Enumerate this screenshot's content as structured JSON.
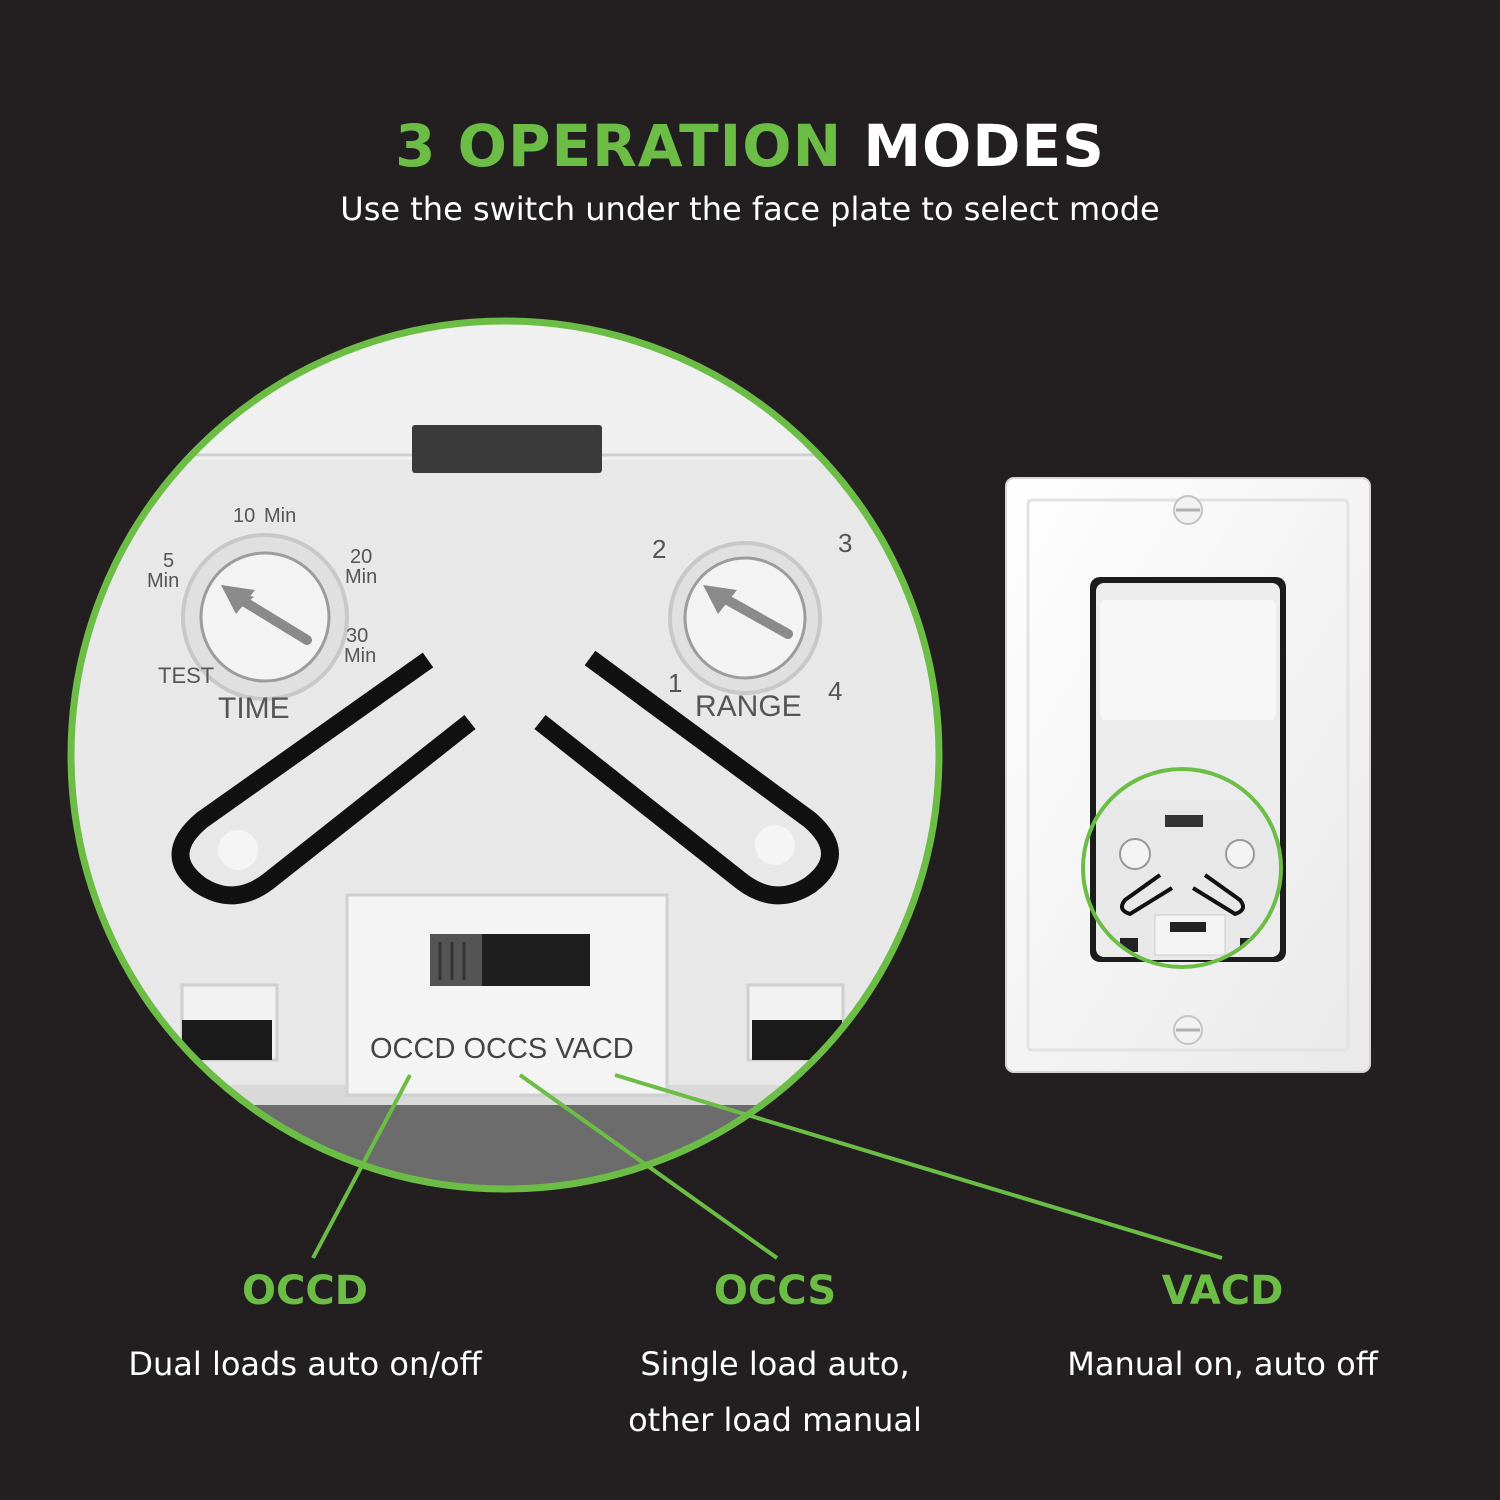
{
  "header": {
    "title_highlight": "3 OPERATION",
    "title_rest": "MODES",
    "subtitle": "Use the switch under the face plate to select mode"
  },
  "device_labels": {
    "time_dial": {
      "label": "TIME",
      "marks": [
        "TEST",
        "5",
        "Min",
        "10",
        "Min",
        "20",
        "Min",
        "30",
        "Min"
      ]
    },
    "range_dial": {
      "label": "RANGE",
      "marks": [
        "1",
        "2",
        "3",
        "4"
      ]
    },
    "switch_positions": "OCCD OCCS VACD"
  },
  "modes": [
    {
      "name": "OCCD",
      "description": [
        "Dual loads auto on/off"
      ]
    },
    {
      "name": "OCCS",
      "description": [
        "Single load auto,",
        "other load manual"
      ]
    },
    {
      "name": "VACD",
      "description": [
        "Manual on, auto off"
      ]
    }
  ],
  "colors": {
    "accent": "#6cbd45",
    "background": "#231f20",
    "text": "#ffffff"
  }
}
